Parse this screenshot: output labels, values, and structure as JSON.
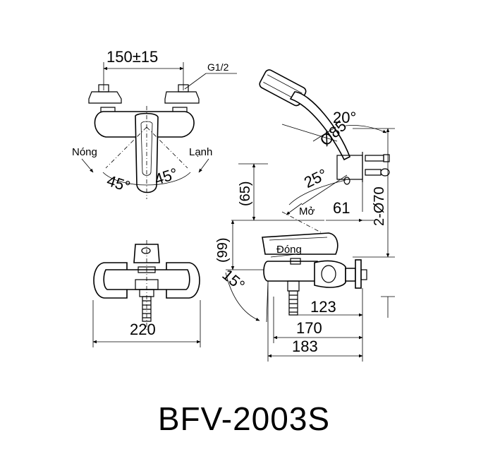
{
  "diagram": {
    "model": "BFV-2003S",
    "top_view": {
      "center_distance": "150±15",
      "thread": "G1/2",
      "hot_label": "Nóng",
      "cold_label": "Lạnh",
      "angle_left": "45°",
      "angle_right": "45°"
    },
    "front_view": {
      "width": "220"
    },
    "side_view": {
      "handle_open_label": "Mở",
      "handle_closed_label": "Đóng",
      "dim_65": "(65)",
      "dim_99": "(99)",
      "angle_15": "15°",
      "angle_20": "20°",
      "angle_25": "25°",
      "dia_85": "Ø85",
      "dia_70": "2-Ø70",
      "dim_61": "61",
      "dim_123": "123",
      "dim_170": "170",
      "dim_183": "183"
    }
  }
}
